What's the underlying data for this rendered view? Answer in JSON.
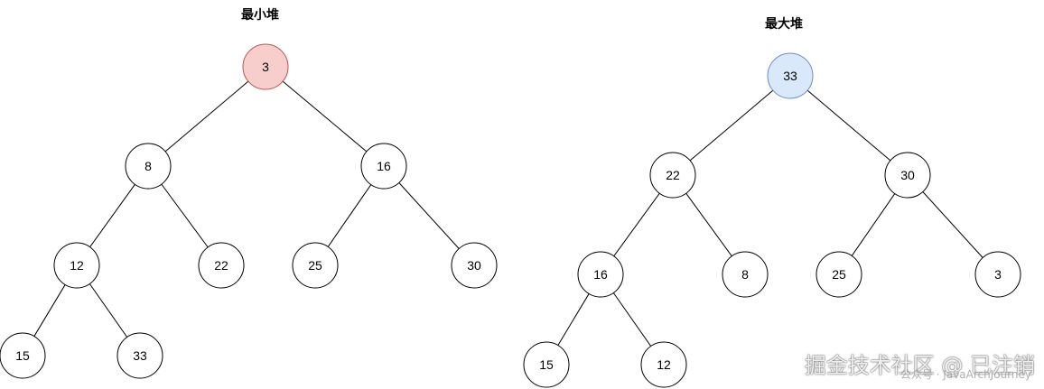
{
  "min_heap": {
    "title": "最小堆",
    "root_fill": "#f8cecc",
    "root_stroke": "#b85450",
    "nodes": [
      "3",
      "8",
      "16",
      "12",
      "22",
      "25",
      "30",
      "15",
      "33"
    ]
  },
  "max_heap": {
    "title": "最大堆",
    "root_fill": "#dae8fc",
    "root_stroke": "#6c8ebf",
    "nodes": [
      "33",
      "22",
      "30",
      "16",
      "8",
      "25",
      "3",
      "15",
      "12"
    ]
  },
  "watermark": {
    "main": "掘金技术社区 @ 已注销",
    "sub": "公众号 · JavaArchJourney"
  }
}
